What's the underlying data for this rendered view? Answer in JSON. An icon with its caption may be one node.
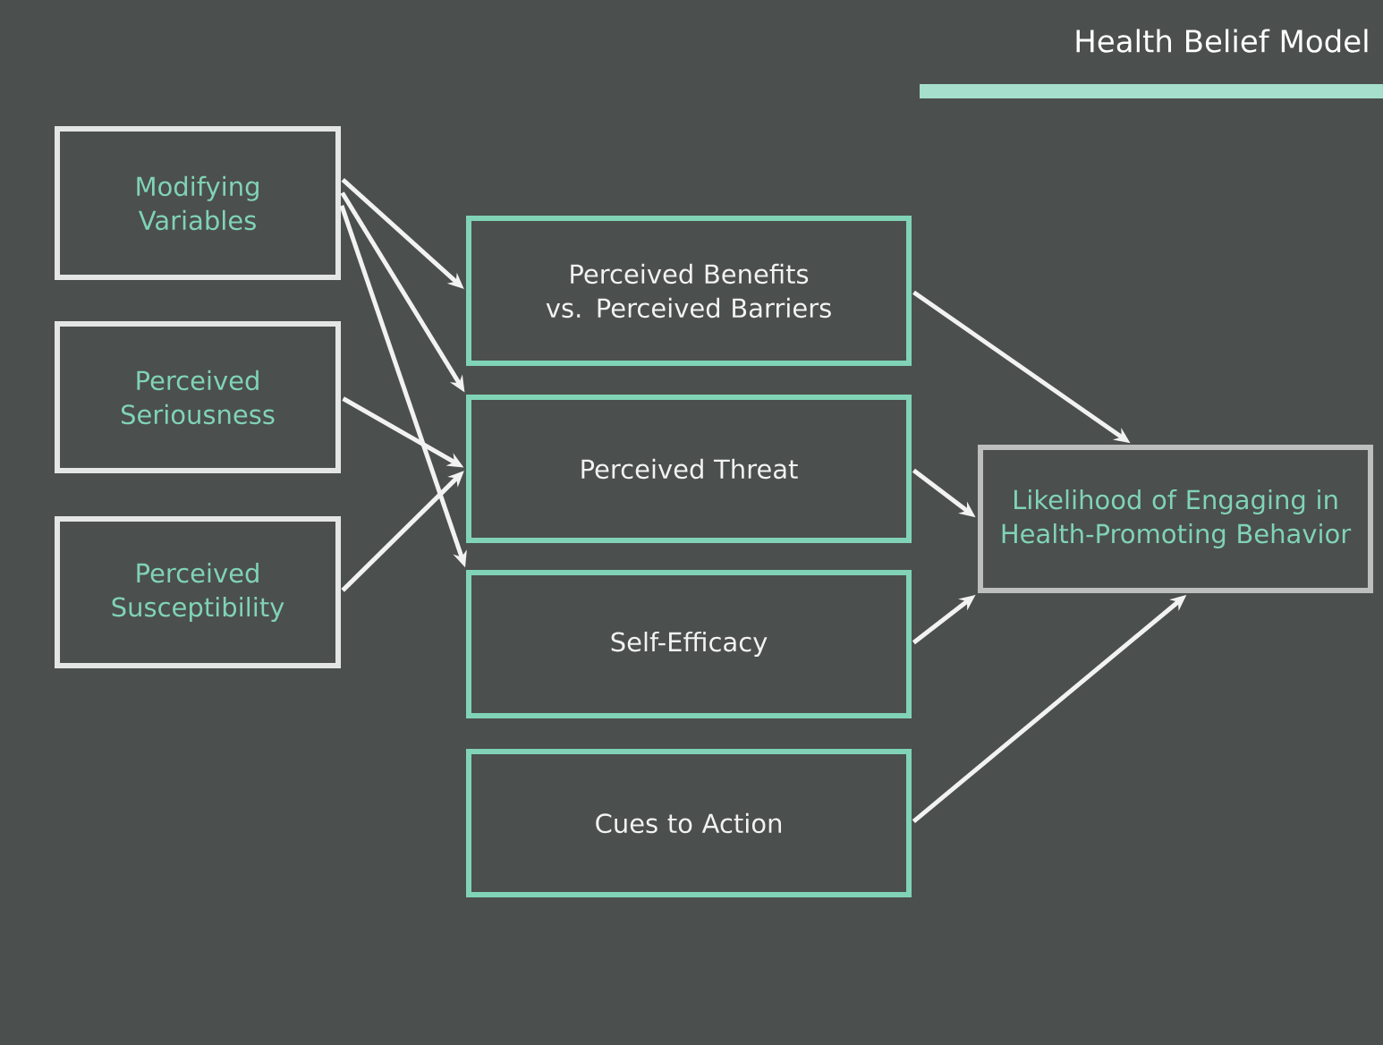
{
  "diagram": {
    "title": "Health Belief Model",
    "nodes": [
      {
        "text": [
          "Modifying Variables"
        ]
      },
      {
        "text": [
          "Perceived Seriousness"
        ]
      },
      {
        "text": [
          "Perceived Susceptibility"
        ]
      },
      {
        "text": [
          "Perceived Benefits vs. Perceived Barriers"
        ]
      },
      {
        "text": [
          "Perceived Threat"
        ]
      },
      {
        "text": [
          "Self-Efficacy"
        ]
      },
      {
        "text": [
          "Cues to Action"
        ]
      },
      {
        "text": [
          "Likelihood of Engaging in Health-Promoting Behavior"
        ]
      }
    ],
    "edges": [
      {
        "from": 0,
        "to": 3,
        "arrow": "to"
      },
      {
        "from": 0,
        "to": 4,
        "arrow": "to"
      },
      {
        "from": 0,
        "to": 5,
        "arrow": "to"
      },
      {
        "from": 1,
        "to": 4,
        "arrow": "to"
      },
      {
        "from": 2,
        "to": 4,
        "arrow": "to"
      },
      {
        "from": 3,
        "to": 7,
        "arrow": "to"
      },
      {
        "from": 4,
        "to": 7,
        "arrow": "to"
      },
      {
        "from": 5,
        "to": 7,
        "arrow": "to"
      },
      {
        "from": 6,
        "to": 7,
        "arrow": "to"
      }
    ]
  }
}
